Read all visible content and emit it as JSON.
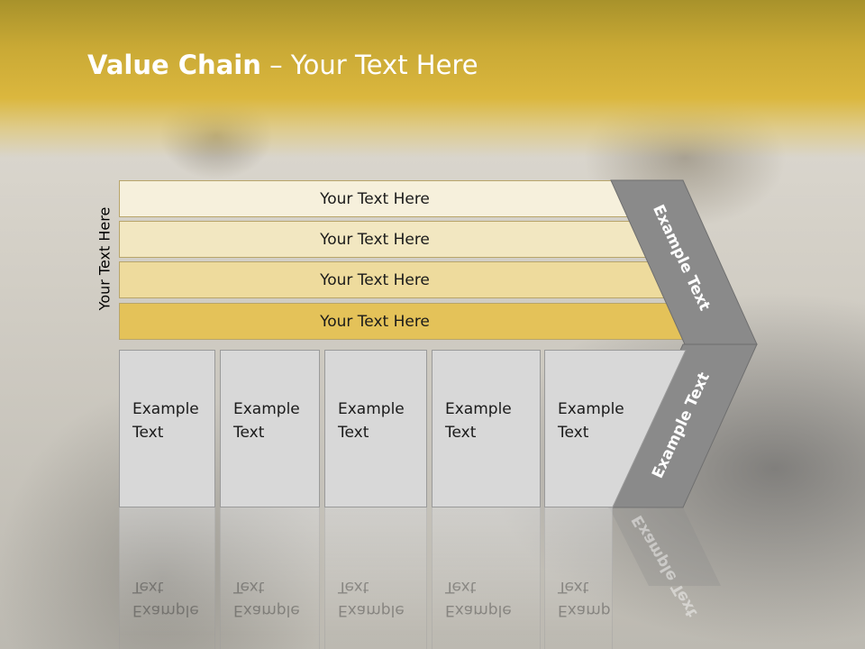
{
  "slide": {
    "title_bold": "Value Chain",
    "title_rest": " – Your Text Here",
    "side_label": "Your Text Here",
    "bars": [
      {
        "label": "Your Text Here",
        "fill": "#f6f0dc"
      },
      {
        "label": "Your Text Here",
        "fill": "#f2e7c1"
      },
      {
        "label": "Your Text Here",
        "fill": "#eedb9d"
      },
      {
        "label": "Your Text Here",
        "fill": "#e4c259"
      }
    ],
    "columns": [
      {
        "line1": "Example",
        "line2": "Text"
      },
      {
        "line1": "Example",
        "line2": "Text"
      },
      {
        "line1": "Example",
        "line2": "Text"
      },
      {
        "line1": "Example",
        "line2": "Text"
      },
      {
        "line1": "Example",
        "line2": "Text"
      }
    ],
    "chevron_upper": "Example Text",
    "chevron_lower": "Example Text",
    "colors": {
      "header": "#dbb73e",
      "chevron": "#8a8a8a",
      "column": "#d8d8d8"
    }
  }
}
